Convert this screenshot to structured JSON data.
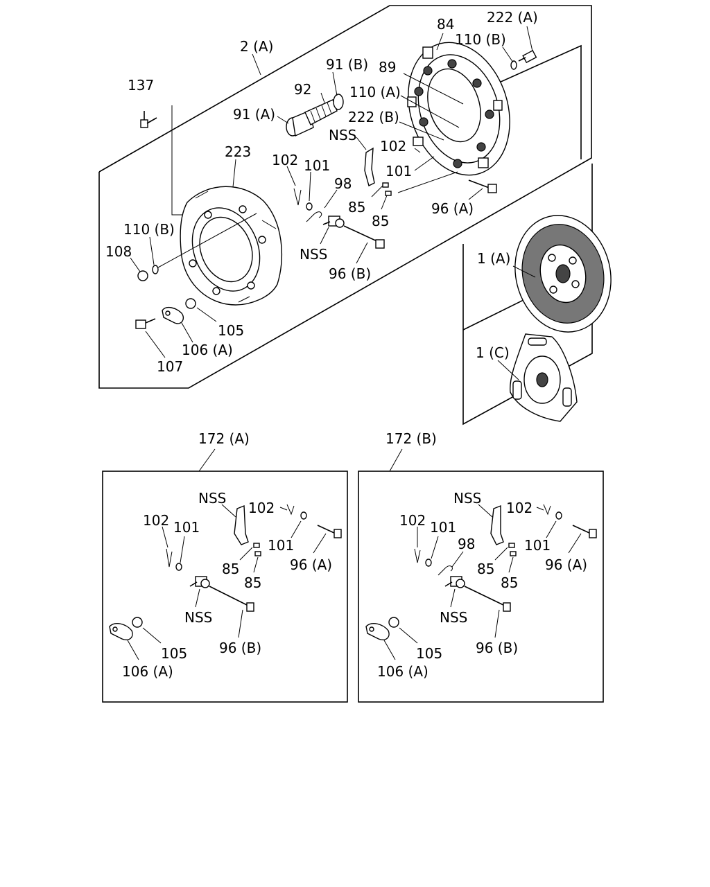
{
  "labels": {
    "l_2a": "2 (A)",
    "l_84": "84",
    "l_222a": "222 (A)",
    "l_110b_top": "110 (B)",
    "l_91b": "91 (B)",
    "l_89": "89",
    "l_137": "137",
    "l_92": "92",
    "l_110a": "110 (A)",
    "l_91a": "91 (A)",
    "l_222b": "222 (B)",
    "l_nss_top": "NSS",
    "l_102_right": "102",
    "l_223": "223",
    "l_102_left": "102",
    "l_101_left": "101",
    "l_98": "98",
    "l_101_right": "101",
    "l_85_a": "85",
    "l_96a_top": "96 (A)",
    "l_85_b": "85",
    "l_110b_left": "110 (B)",
    "l_108": "108",
    "l_nss_mid": "NSS",
    "l_96b_top": "96 (B)",
    "l_1a": "1 (A)",
    "l_105_top": "105",
    "l_106a_top": "106 (A)",
    "l_107": "107",
    "l_1c": "1 (C)",
    "l_172a": "172 (A)",
    "l_172b": "172 (B)"
  },
  "kitA": {
    "nss1": "NSS",
    "p102a": "102",
    "p102b": "102",
    "p101a": "101",
    "p101b": "101",
    "p85a": "85",
    "p85b": "85",
    "p96a": "96 (A)",
    "nss2": "NSS",
    "p105": "105",
    "p96b": "96 (B)",
    "p106a": "106 (A)"
  },
  "kitB": {
    "nss1": "NSS",
    "p102a": "102",
    "p102b": "102",
    "p101a": "101",
    "p101b": "101",
    "p98": "98",
    "p85a": "85",
    "p85b": "85",
    "p96a": "96 (A)",
    "nss2": "NSS",
    "p105": "105",
    "p96b": "96 (B)",
    "p106a": "106 (A)"
  }
}
